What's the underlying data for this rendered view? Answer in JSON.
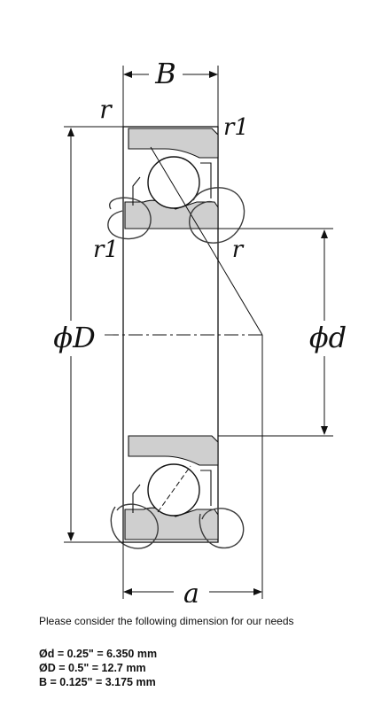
{
  "diagram": {
    "labels": {
      "B": "B",
      "r_top_left": "r",
      "r1_top_right": "r1",
      "r1_inner_left": "r1",
      "r_inner_right": "r",
      "phi_D": "ϕD",
      "phi_d": "ϕd",
      "a": "a"
    },
    "colors": {
      "ring_fill": "#cfcfcf",
      "line": "#111111",
      "marker": "#3a3a3a"
    }
  },
  "notes": {
    "intro": "Please consider the following dimension for our needs",
    "dims": [
      "Ød = 0.25\" = 6.350 mm",
      "ØD = 0.5\" = 12.7 mm",
      "B = 0.125\" = 3.175 mm"
    ]
  }
}
